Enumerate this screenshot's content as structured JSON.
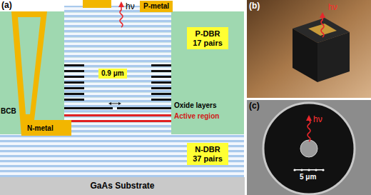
{
  "diagram": {
    "nodes": [
      {
        "text": [
          "P-metal"
        ]
      },
      {
        "text": [
          "P-DBR 17 pairs"
        ]
      },
      {
        "text": [
          "0.9 μm"
        ]
      },
      {
        "text": [
          "N-metal"
        ]
      },
      {
        "text": [
          "N-DBR 37 pairs"
        ]
      },
      {
        "text": [
          "GaAs Substrate"
        ]
      }
    ],
    "labels": [
      "(a)",
      "hν",
      "BCB",
      "Oxide layers",
      "Active region",
      "(b)",
      "hν",
      "(c)",
      "hν",
      "5 μm"
    ]
  }
}
